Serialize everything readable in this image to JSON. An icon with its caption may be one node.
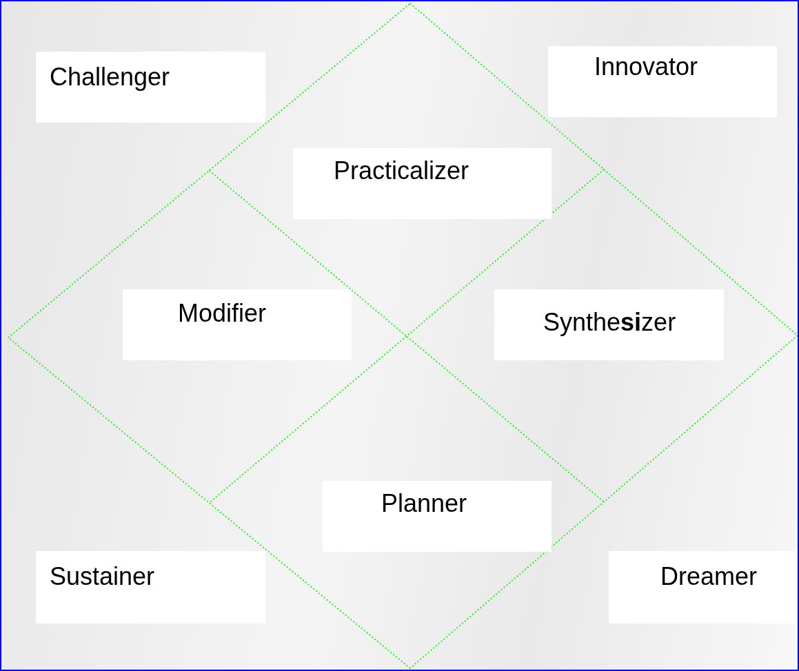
{
  "diagram": {
    "nodes": [
      {
        "text": [
          "Challenger"
        ]
      },
      {
        "text": [
          "Innovator"
        ]
      },
      {
        "text": [
          "Practicalizer"
        ]
      },
      {
        "text": [
          "Modifier"
        ]
      },
      {
        "text": [
          "Synthe**si**zer"
        ]
      },
      {
        "text": [
          "Planner"
        ]
      },
      {
        "text": [
          "Sustainer"
        ]
      },
      {
        "text": [
          "Dreamer"
        ]
      }
    ]
  }
}
